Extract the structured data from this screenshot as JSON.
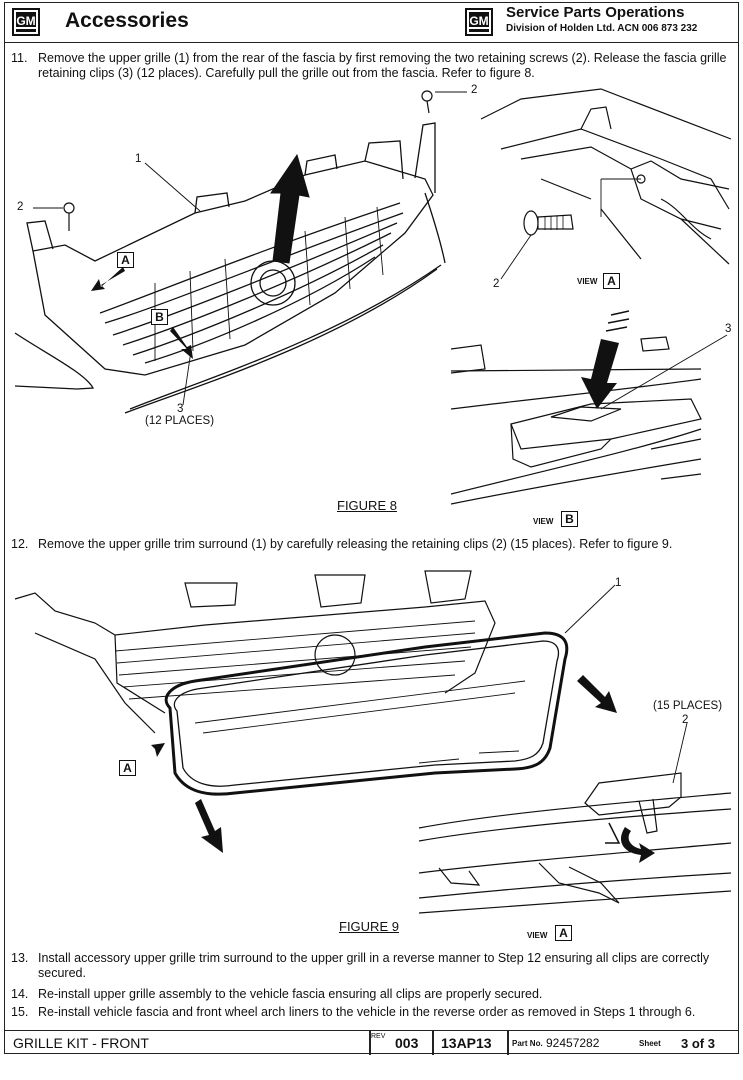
{
  "header": {
    "logo_left": "GM",
    "title": "Accessories",
    "logo_right": "GM",
    "org_title": "Service Parts Operations",
    "org_sub": "Division of Holden Ltd. ACN 006 873 232"
  },
  "steps": [
    {
      "num": "11.",
      "text": "Remove the upper grille (1) from the rear of the fascia by first removing the two retaining screws (2). Release the fascia grille retaining clips (3) (12 places). Carefully pull the grille out from the fascia. Refer to figure 8."
    },
    {
      "num": "12.",
      "text": "Remove the upper grille trim surround (1) by carefully releasing the retaining clips (2) (15 places). Refer to figure 9."
    },
    {
      "num": "13.",
      "text": "Install accessory upper grille trim surround to the upper grill in a reverse manner to Step 12 ensuring all clips are correctly secured."
    },
    {
      "num": "14.",
      "text": "Re-install upper grille assembly to the vehicle fascia ensuring all clips are properly secured."
    },
    {
      "num": "15.",
      "text": "Re-install vehicle fascia and front wheel arch liners to the vehicle in the reverse order as removed in Steps 1 through 6."
    }
  ],
  "figure8": {
    "caption": "FIGURE 8",
    "callout_1": "1",
    "callout_2_left": "2",
    "callout_2_top": "2",
    "callout_3": "3",
    "places": "(12 PLACES)",
    "box_a": "A",
    "box_b": "B",
    "view_a_callout_2": "2",
    "view_a_label": "VIEW",
    "view_a_letter": "A",
    "view_b_callout_3": "3",
    "view_b_label": "VIEW",
    "view_b_letter": "B"
  },
  "figure9": {
    "caption": "FIGURE 9",
    "callout_1": "1",
    "places": "(15 PLACES)",
    "callout_2": "2",
    "box_a": "A",
    "view_label": "VIEW",
    "view_letter": "A"
  },
  "footer": {
    "title": "GRILLE KIT - FRONT",
    "rev_label": "REV",
    "rev_value": "003",
    "code": "13AP13",
    "part_label": "Part No.",
    "part_number": "92457282",
    "sheet_label": "Sheet",
    "sheet_value": "3 of 3"
  }
}
